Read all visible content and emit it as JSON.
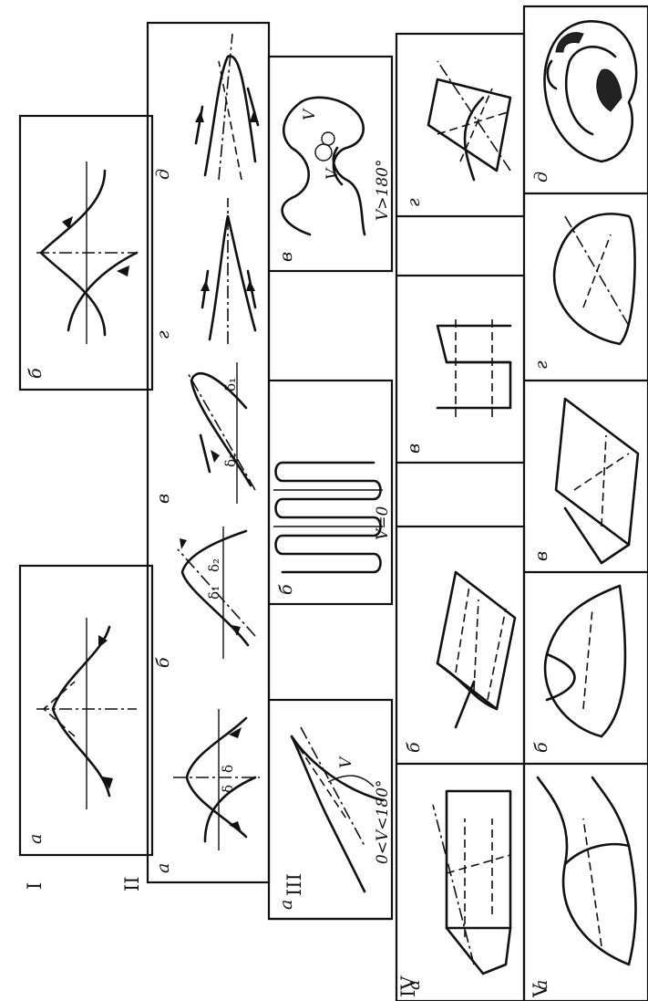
{
  "rows": [
    {
      "roman": "I",
      "cells": [
        "а",
        "б"
      ]
    },
    {
      "roman": "II",
      "cells": [
        "а",
        "б",
        "в",
        "г",
        "д"
      ]
    },
    {
      "roman": "III",
      "cells": [
        "а",
        "б",
        "в"
      ]
    },
    {
      "roman": "IV",
      "cells": [
        "а",
        "б",
        "в",
        "г"
      ]
    },
    {
      "roman": "V",
      "cells": [
        "а",
        "б",
        "в",
        "г",
        "д"
      ]
    }
  ],
  "annotations": {
    "III_a": "0<V<180°",
    "III_b": "V=0",
    "III_c": "V>180°",
    "V": "V",
    "delta": "δ",
    "delta1": "δ₁",
    "delta2": "δ₂"
  },
  "colors": {
    "ink": "#111111",
    "paper": "#ffffff"
  }
}
